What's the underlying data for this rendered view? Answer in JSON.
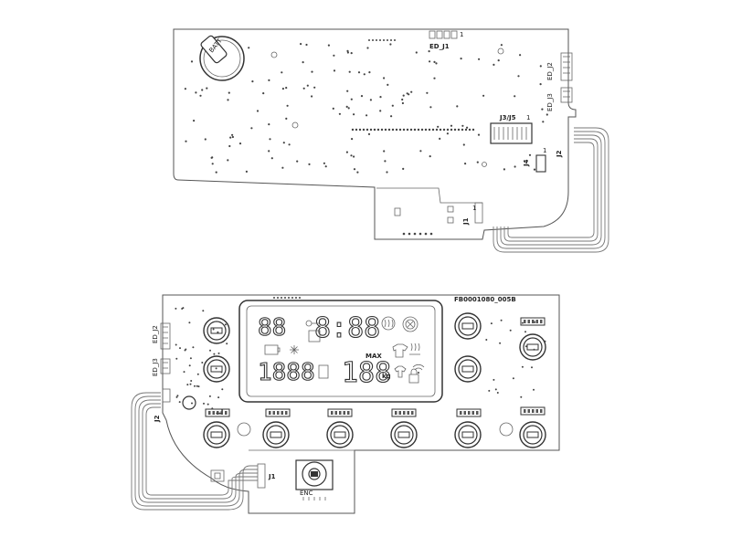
{
  "top_board": {
    "labels": {
      "ed_j1": "ED_J1",
      "ed_j1_pin": "1",
      "ed_j2": "ED_J2",
      "ed_j3": "ED_J3",
      "j3_j5": "J3/J5",
      "j3_j5_pin": "1",
      "j4": "J4",
      "j4_pin": "1",
      "j2": "J2",
      "j1": "J1",
      "j1_pin": "1",
      "battery": "BATT"
    }
  },
  "bottom_board": {
    "labels": {
      "part_number": "FB0001080_005B",
      "ed_j2": "ED_J2",
      "ed_j3": "ED_J3",
      "j2": "J2",
      "j1": "J1",
      "max": "MAX",
      "kg": "kg",
      "encoder": "ENC"
    },
    "lcd": {
      "digits_top_left": "88",
      "digits_top_right": "8:88",
      "digits_bottom_left": "1888",
      "digits_bottom_right": "188"
    }
  }
}
